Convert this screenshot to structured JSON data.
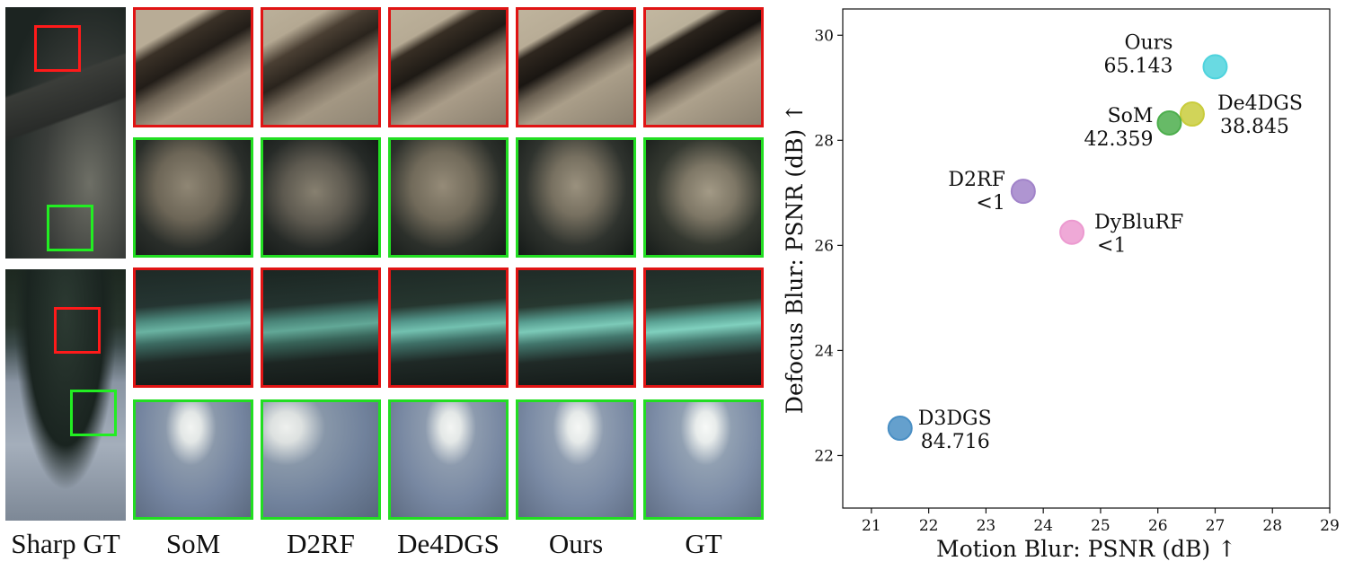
{
  "columns": [
    "Sharp GT",
    "SoM",
    "D2RF",
    "De4DGS",
    "Ours",
    "GT"
  ],
  "colors": {
    "crop_red": "#e01414",
    "crop_green": "#22dd22"
  },
  "chart_data": {
    "type": "scatter",
    "xlabel": "Motion Blur: PSNR (dB) ↑",
    "ylabel": "Defocus Blur: PSNR (dB) ↑",
    "xlim": [
      20.5,
      29
    ],
    "ylim": [
      21,
      30.5
    ],
    "xticks": [
      "21",
      "22",
      "23",
      "24",
      "25",
      "26",
      "27",
      "28",
      "29"
    ],
    "yticks": [
      "22",
      "24",
      "26",
      "28",
      "30"
    ],
    "grid": false,
    "points": [
      {
        "name": "Ours",
        "value": "65.143",
        "x": 27.0,
        "y": 29.4,
        "color": "#4fd3dd"
      },
      {
        "name": "De4DGS",
        "value": "38.845",
        "x": 26.6,
        "y": 28.5,
        "color": "#c9cc3c"
      },
      {
        "name": "SoM",
        "value": "42.359",
        "x": 26.2,
        "y": 28.33,
        "color": "#4cae4c"
      },
      {
        "name": "D2RF",
        "value": "<1",
        "x": 23.65,
        "y": 27.03,
        "color": "#a183c9"
      },
      {
        "name": "DyBluRF",
        "value": "<1",
        "x": 24.5,
        "y": 26.25,
        "color": "#ec9ad0"
      },
      {
        "name": "D3DGS",
        "value": "84.716",
        "x": 21.5,
        "y": 22.52,
        "color": "#4a8fc4"
      }
    ]
  }
}
